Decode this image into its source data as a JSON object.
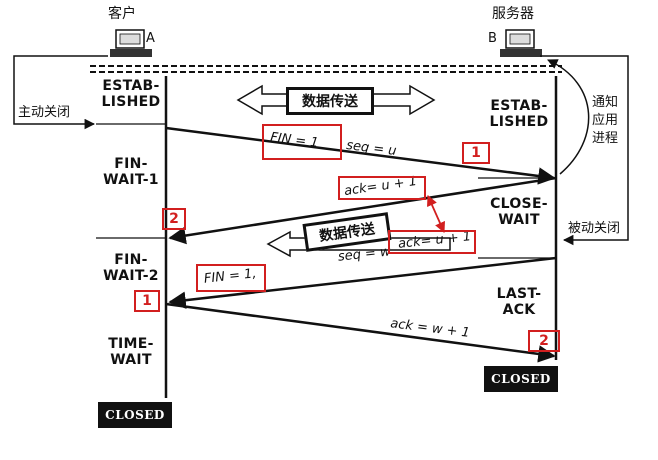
{
  "hosts": {
    "client_title": "客户",
    "client_tag": "A",
    "server_title": "服务器",
    "server_tag": "B"
  },
  "client_states": {
    "established": [
      "ESTAB-",
      "LISHED"
    ],
    "fin_wait_1": [
      "FIN-",
      "WAIT-1"
    ],
    "fin_wait_2": [
      "FIN-",
      "WAIT-2"
    ],
    "time_wait": [
      "TIME-",
      "WAIT"
    ],
    "closed": "CLOSED"
  },
  "server_states": {
    "established": [
      "ESTAB-",
      "LISHED"
    ],
    "close_wait": [
      "CLOSE-",
      "WAIT"
    ],
    "last_ack": [
      "LAST-",
      "ACK"
    ],
    "closed": "CLOSED"
  },
  "side_labels": {
    "active_close": "主动关闭",
    "notify_app": [
      "通知",
      "应用",
      "进程"
    ],
    "passive_close": "被动关闭"
  },
  "data_transfer": "数据传送",
  "segments": {
    "fin1": "FIN = 1",
    "seq_u": "seq = u",
    "ack_u1": "ack= u + 1",
    "ack_u1_copy": "ack= u + 1",
    "seq_w": "seq = w",
    "fin2": "FIN = 1,",
    "ack_w1": "ack = w + 1"
  },
  "annotations": {
    "step1_server": "1",
    "step2_client": "2",
    "step1_client": "1",
    "step2_server": "2"
  },
  "colors": {
    "annotation": "#d21f1f",
    "line": "#111111"
  }
}
